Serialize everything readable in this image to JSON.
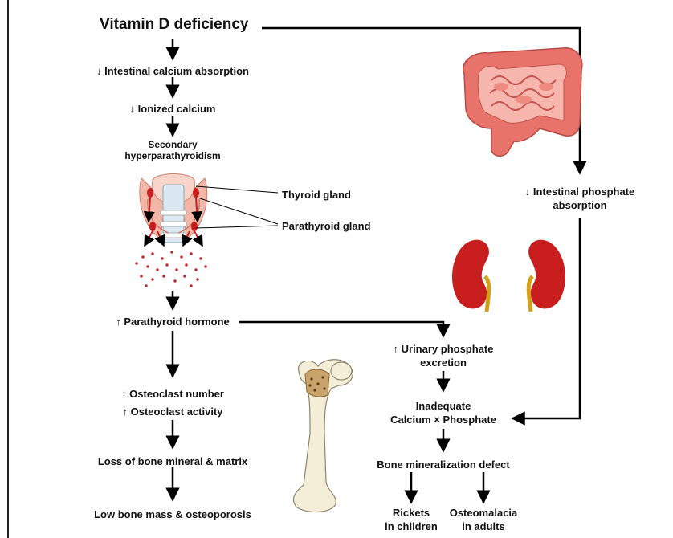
{
  "title": "Vitamin D deficiency",
  "nodes": {
    "intestinal_calcium": "↓ Intestinal calcium absorption",
    "ionized_calcium": "↓ Ionized calcium",
    "secondary_1": "Secondary",
    "secondary_2": "hyperparathyroidism",
    "thyroid_gland": "Thyroid gland",
    "parathyroid_gland": "Parathyroid gland",
    "parathyroid_hormone": "↑ Parathyroid hormone",
    "osteoclast_number": "↑ Osteoclast number",
    "osteoclast_activity": "↑ Osteoclast activity",
    "loss_bone": "Loss of bone mineral & matrix",
    "low_bone_mass": "Low bone mass & osteoporosis",
    "phosphate_absorption_1": "↓ Intestinal phosphate",
    "phosphate_absorption_2": "absorption",
    "urinary_phosphate_1": "↑ Urinary phosphate",
    "urinary_phosphate_2": "excretion",
    "inadequate_1": "Inadequate",
    "inadequate_2": "Calcium × Phosphate",
    "mineralization_defect": "Bone mineralization defect",
    "rickets_1": "Rickets",
    "rickets_2": "in children",
    "osteomalacia_1": "Osteomalacia",
    "osteomalacia_2": "in adults"
  },
  "illustrations": {
    "intestine": "intestine-illustration",
    "kidneys": "kidneys-illustration",
    "thyroid": "thyroid-illustration",
    "femur": "femur-illustration"
  },
  "colors": {
    "intestine": "#e8736a",
    "kidney": "#c81e1e",
    "ureter": "#d4a017",
    "thyroid": "#f2b7a6",
    "hormone_dots": "#c0282d",
    "bone": "#f4eed8",
    "arrow": "#000000"
  }
}
